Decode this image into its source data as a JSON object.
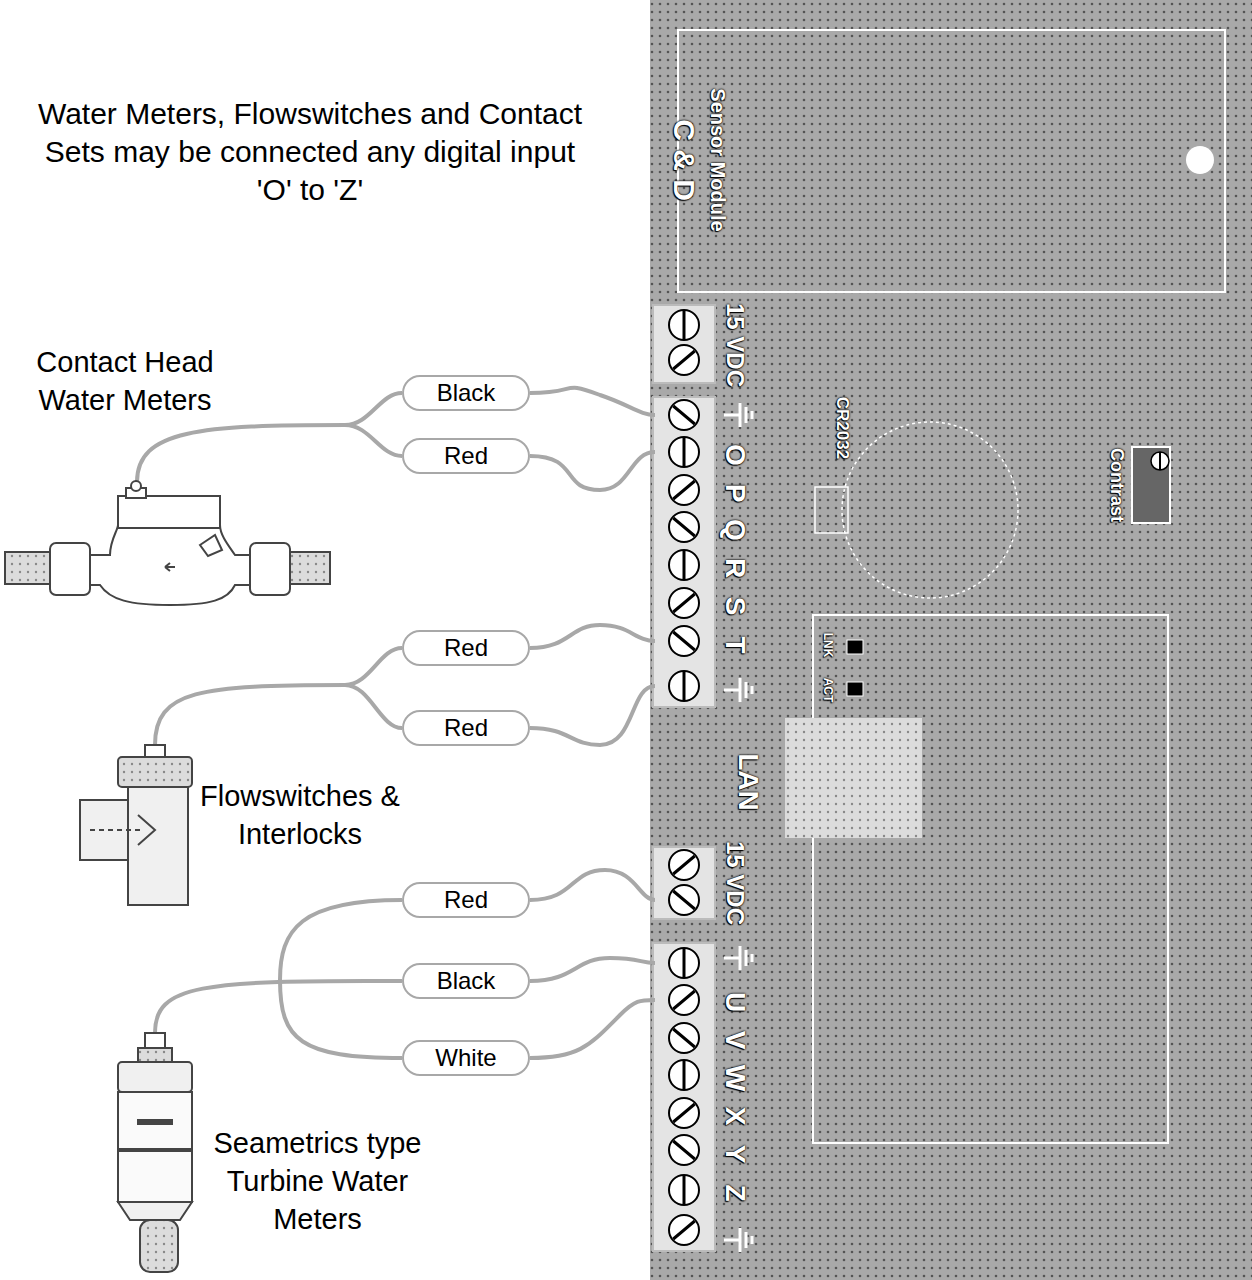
{
  "diagram": {
    "nodes": [
      {
        "text": [
          "Black"
        ]
      },
      {
        "text": [
          "Red"
        ]
      },
      {
        "text": [
          "Red"
        ]
      },
      {
        "text": [
          "Red"
        ]
      },
      {
        "text": [
          "Red"
        ]
      },
      {
        "text": [
          "Black"
        ]
      },
      {
        "text": [
          "White"
        ]
      }
    ],
    "labels": [
      "Water Meters, Flowswitches and Contact Sets may be connected any digital input 'O' to 'Z'",
      "Contact Head Water Meters",
      "Flowswitches & Interlocks",
      "Seametrics type Turbine Water Meters",
      "Sensor Module",
      "C & D",
      "15 VDC",
      "O",
      "P",
      "Q",
      "R",
      "S",
      "T",
      "CR2032",
      "Contrast",
      "LNK",
      "ACT",
      "LAN",
      "15 VDC",
      "U",
      "V",
      "W",
      "X",
      "Y",
      "Z"
    ]
  }
}
